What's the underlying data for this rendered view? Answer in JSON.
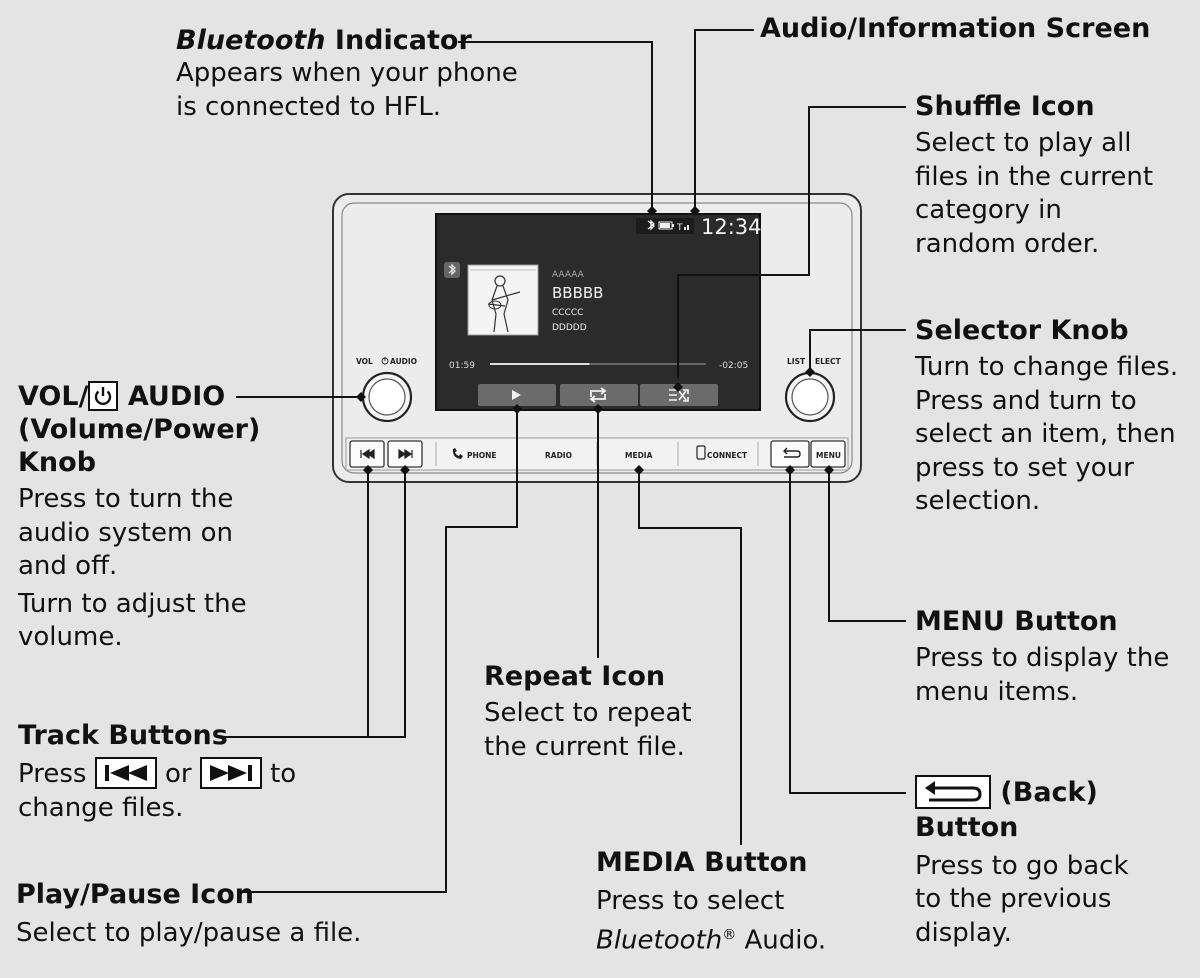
{
  "unit": {
    "time": "12:34",
    "elapsed": "01:59",
    "remaining": "-02:05",
    "track_line1": "AAAAA",
    "track_title": "BBBBB",
    "track_line3": "CCCCC",
    "track_line4": "DDDDD",
    "vol_label": "VOL",
    "audio_label": "AUDIO",
    "list_label": "LIST",
    "select_label": "ELECT",
    "progress": 0.46,
    "buttons": {
      "phone": "PHONE",
      "radio": "RADIO",
      "media": "MEDIA",
      "connect": "CONNECT",
      "menu": "MENU"
    }
  },
  "callouts": {
    "bluetooth": {
      "title_italic": "Bluetooth",
      "title_rest": " Indicator",
      "desc": [
        "Appears when your phone",
        "is connected to HFL."
      ]
    },
    "audio_screen": {
      "title": "Audio/Information Screen"
    },
    "shuffle": {
      "title": "Shuffle Icon",
      "desc": [
        "Select to play all",
        "files in the current",
        "category in",
        "random order."
      ]
    },
    "selector": {
      "title": "Selector Knob",
      "desc": [
        "Turn to change files.",
        "Press and turn to",
        "select an item, then",
        "press to set your",
        "selection."
      ]
    },
    "vol": {
      "title_a": "VOL/",
      "title_b": " AUDIO",
      "title_2": "(Volume/Power)",
      "title_3": "Knob",
      "desc": [
        "Press to turn the",
        "audio system on",
        "and off."
      ],
      "desc2": [
        "Turn to adjust the",
        "volume."
      ]
    },
    "menu": {
      "title": "MENU Button",
      "desc": [
        "Press to display the",
        "menu items."
      ]
    },
    "repeat": {
      "title": "Repeat Icon",
      "desc": [
        "Select to repeat",
        "the current file."
      ]
    },
    "track": {
      "title": "Track Buttons",
      "press": "Press ",
      "or": " or ",
      "to": " to",
      "desc2": "change files."
    },
    "back": {
      "title_rest": " (Back)",
      "title_2": "Button",
      "desc": [
        "Press to go back",
        "to the previous",
        "display."
      ]
    },
    "media": {
      "title": "MEDIA Button",
      "desc1": "Press to select",
      "desc2_italic": "Bluetooth",
      "desc2_reg": "®",
      "desc2_rest": " Audio."
    },
    "play": {
      "title": "Play/Pause Icon",
      "desc": "Select to play/pause a file."
    }
  }
}
